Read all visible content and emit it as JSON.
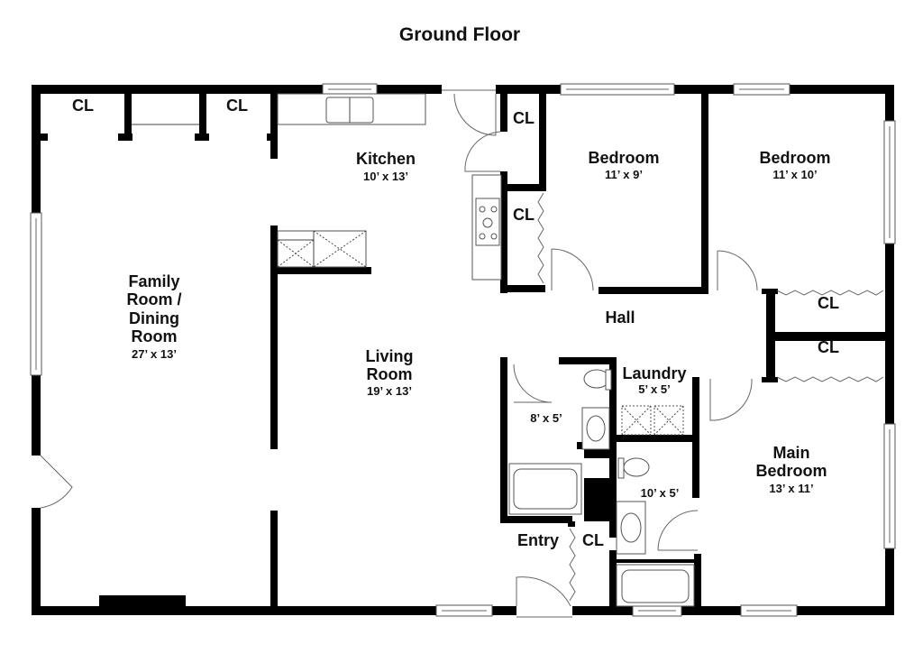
{
  "title": "Ground Floor",
  "rooms": {
    "family": {
      "lines": [
        "Family",
        "Room /",
        "Dining",
        "Room"
      ],
      "dims": "27’ x 13’"
    },
    "kitchen": {
      "name": "Kitchen",
      "dims": "10’ x 13’"
    },
    "living": {
      "lines": [
        "Living",
        "Room"
      ],
      "dims": "19’ x 13’"
    },
    "bedroom1": {
      "name": "Bedroom",
      "dims": "11’ x 9’"
    },
    "bedroom2": {
      "name": "Bedroom",
      "dims": "11’ x 10’"
    },
    "hall": {
      "name": "Hall"
    },
    "laundry": {
      "name": "Laundry",
      "dims": "5’ x 5’"
    },
    "bath1": {
      "dims": "8’ x 5’"
    },
    "bath2": {
      "dims": "10’ x 5’"
    },
    "entry": {
      "name": "Entry"
    },
    "main_bedroom": {
      "lines": [
        "Main",
        "Bedroom"
      ],
      "dims": "13’ x 11’"
    }
  },
  "closet_label": "CL",
  "colors": {
    "wall": "#000000",
    "fixture": "#555555"
  }
}
